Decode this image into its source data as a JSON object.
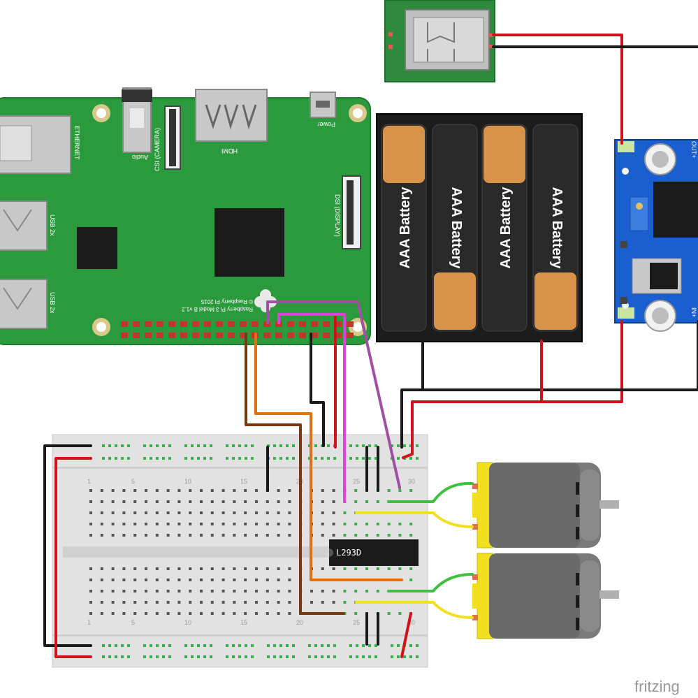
{
  "pi": {
    "ethernet": "ETHERNET",
    "usb_top": "USB 2x",
    "usb_bottom": "USB 2x",
    "audio": "Audio",
    "csi": "CSI (CAMERA)",
    "hdmi": "HDMI",
    "power": "Power",
    "dsi": "DSI (DISPLAY)",
    "model": "Raspberry Pi 3 Model B v1.2",
    "copyright": "© Raspberry Pi 2015"
  },
  "battery": {
    "cells": [
      "AAA Battery",
      "AAA Battery",
      "AAA Battery",
      "AAA Battery"
    ]
  },
  "buck": {
    "out_label": "OUT+",
    "in_label": "IN+"
  },
  "breadboard": {
    "numbers_top": [
      "1",
      "5",
      "10",
      "15",
      "20",
      "25",
      "30"
    ],
    "numbers_bottom": [
      "1",
      "5",
      "10",
      "15",
      "20",
      "25",
      "30"
    ]
  },
  "chip": {
    "label": "L293D"
  },
  "watermark": "fritzing",
  "colors": {
    "pcb_green": "#2a9a3c",
    "wire_red": "#d0121b",
    "wire_black": "#1a1a1a",
    "wire_brown": "#7a3a10",
    "wire_orange": "#e07010",
    "wire_pink": "#e040e0",
    "wire_purple": "#a050a0",
    "wire_yellow": "#f0e020",
    "wire_green": "#40c040",
    "buck_blue": "#1a5fd0"
  }
}
